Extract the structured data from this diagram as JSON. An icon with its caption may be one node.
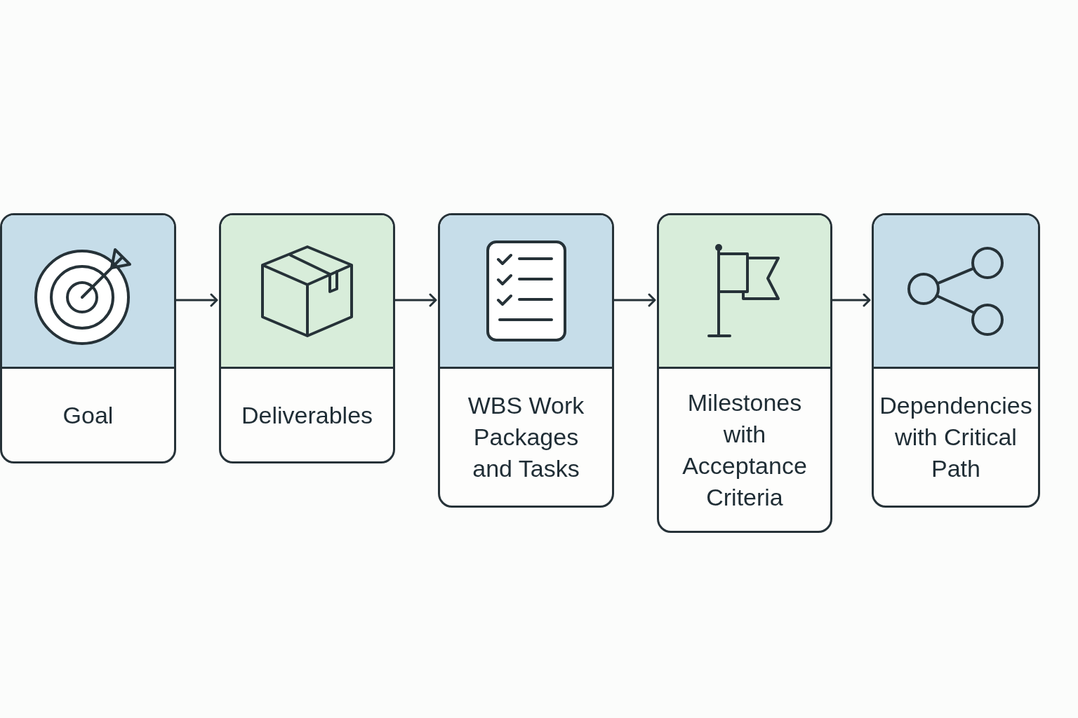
{
  "diagram": {
    "nodes": [
      {
        "text": [
          "Goal"
        ]
      },
      {
        "text": [
          "Deliverables"
        ]
      },
      {
        "text": [
          "WBS Work Packages and Tasks"
        ]
      },
      {
        "text": [
          "Milestones with Acceptance Criteria"
        ]
      },
      {
        "text": [
          "Dependencies with Critical Path"
        ]
      }
    ],
    "edges": [
      {
        "from": 0,
        "to": 1,
        "arrow": "to"
      },
      {
        "from": 1,
        "to": 2,
        "arrow": "to"
      },
      {
        "from": 2,
        "to": 3,
        "arrow": "to"
      },
      {
        "from": 3,
        "to": 4,
        "arrow": "to"
      }
    ]
  }
}
